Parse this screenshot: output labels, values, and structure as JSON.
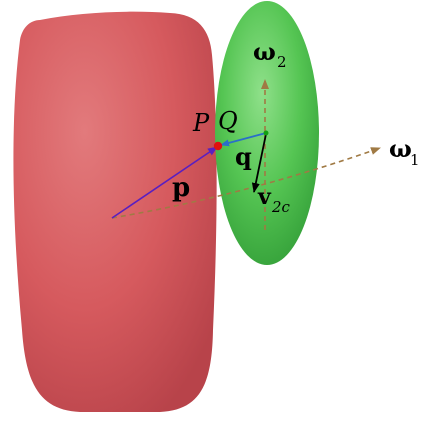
{
  "colors": {
    "body1": "#d65a5e",
    "body2": "#4cbf4c",
    "vector_p": "#5a1fc0",
    "vector_q": "#2a6fc8",
    "axis": "#a07a44",
    "point_p": "#e01010",
    "point_q": "#12a012",
    "arrow": "#000000"
  },
  "labels": {
    "point_P": "P",
    "point_Q": "Q",
    "omega1_main": "ω",
    "omega1_sub": "1",
    "omega2_main": "ω",
    "omega2_sub": "2",
    "p_vec": "p",
    "q_vec": "q",
    "v_main": "v",
    "v_sub": "2c"
  }
}
